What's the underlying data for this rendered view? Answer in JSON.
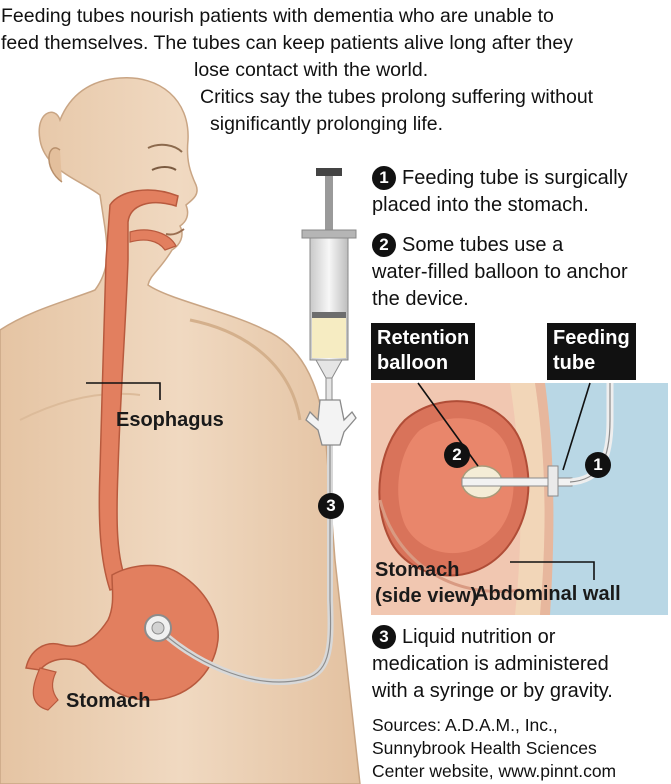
{
  "intro": {
    "line1": "Feeding tubes nourish patients with dementia who are unable to",
    "line2": "feed themselves. The tubes can keep patients alive long after they",
    "line3": "lose contact with the world.",
    "line4": "Critics say the tubes prolong suffering without",
    "line5": "significantly prolonging life."
  },
  "steps": [
    {
      "num": "1",
      "line1": "Feeding tube is surgically",
      "line2": "placed into the stomach."
    },
    {
      "num": "2",
      "line1": "Some tubes use a",
      "line2": "water-filled balloon to anchor",
      "line3": "the device."
    },
    {
      "num": "3",
      "line1": "Liquid nutrition or",
      "line2": "medication is administered",
      "line3": "with a syringe or by gravity."
    }
  ],
  "labels": {
    "esophagus": "Esophagus",
    "stomach": "Stomach",
    "retention_balloon_1": "Retention",
    "retention_balloon_2": "balloon",
    "feeding_tube_1": "Feeding",
    "feeding_tube_2": "tube",
    "stomach_side_1": "Stomach",
    "stomach_side_2": "(side view)",
    "abdominal_wall": "Abdominal wall"
  },
  "markers": {
    "tube_marker": "3",
    "inset_marker_2": "2",
    "inset_marker_1": "1"
  },
  "sources": {
    "line1": "Sources: A.D.A.M., Inc.,",
    "line2": "Sunnybrook Health Sciences",
    "line3": "Center website, www.pinnt.com"
  },
  "colors": {
    "skin": "#ecd2b6",
    "organ": "#e08466",
    "inset_bg": "#f1c7b1",
    "inset_blue": "#b9d7e5",
    "label_black": "#111111"
  }
}
